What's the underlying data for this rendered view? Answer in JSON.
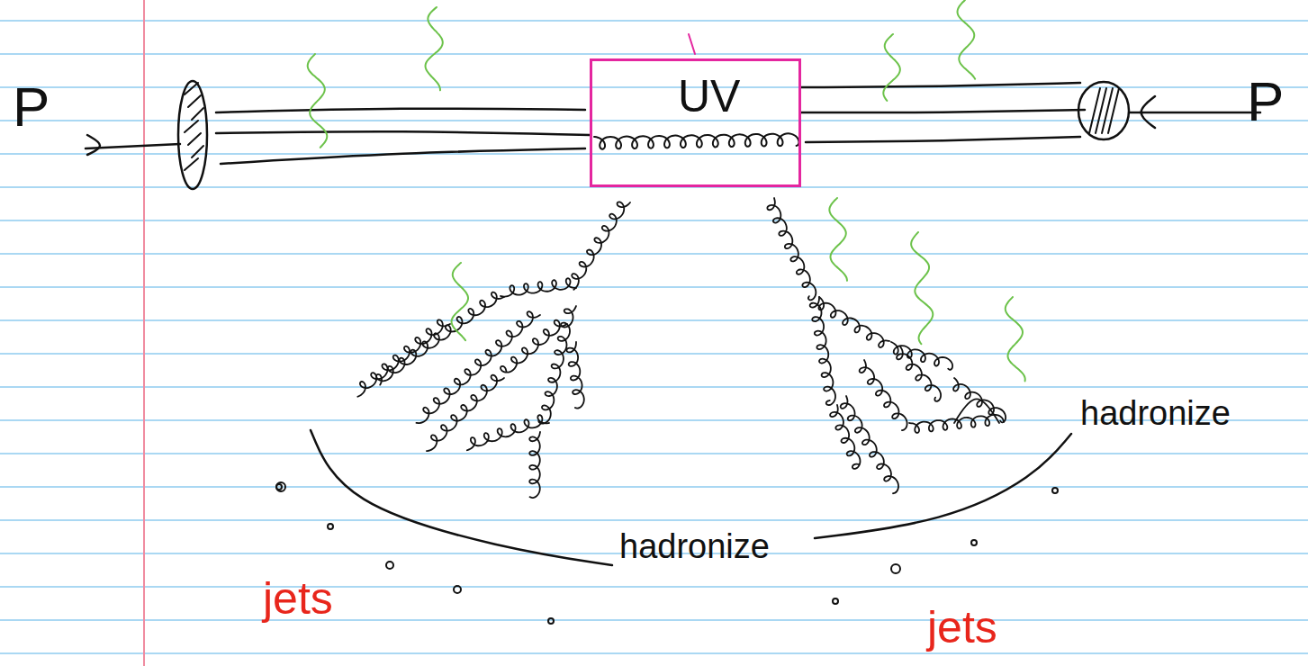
{
  "diagram": {
    "nodes": [
      {
        "text": [
          "UV"
        ]
      }
    ],
    "labels": [
      "P",
      "P",
      "hadronize",
      "hadronize",
      "jets",
      "jets"
    ]
  }
}
